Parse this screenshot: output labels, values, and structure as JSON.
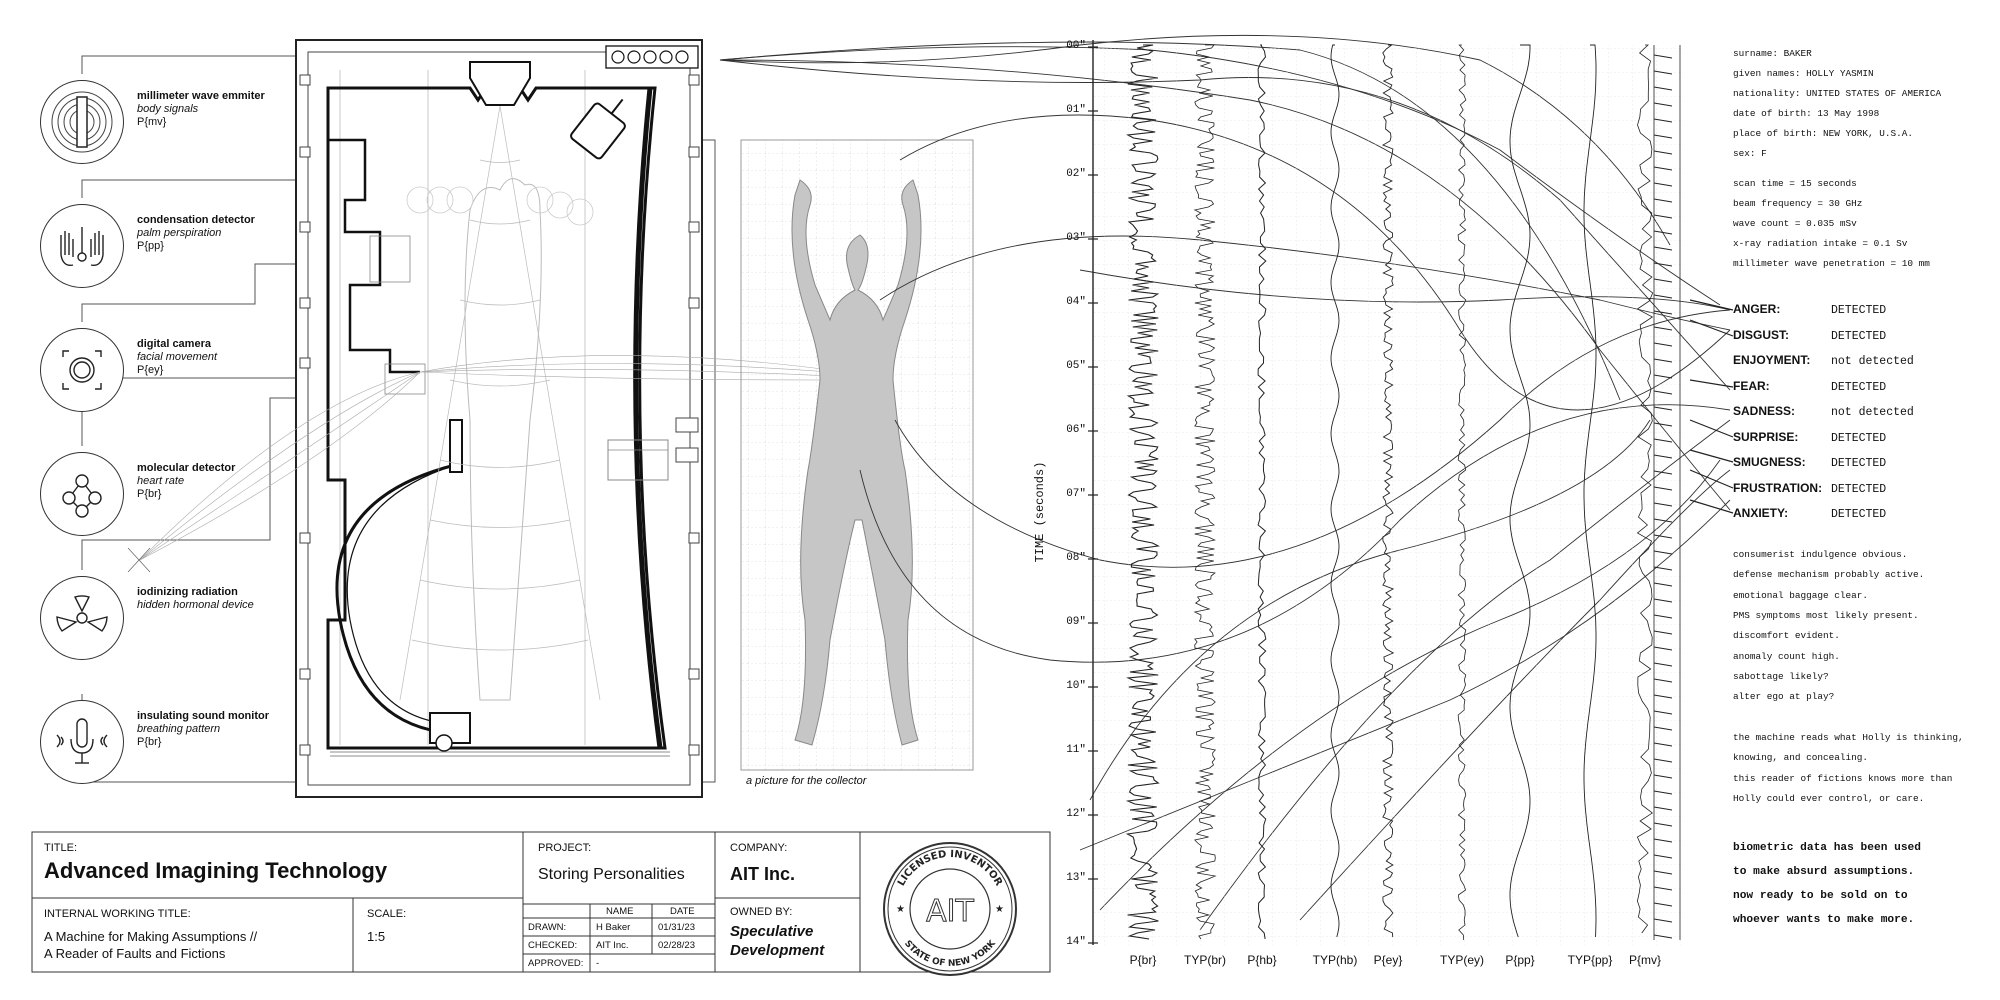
{
  "sensors": [
    {
      "name": "millimeter wave emmiter",
      "desc": "body signals",
      "code": "P{mv}",
      "icon": "emitter-icon"
    },
    {
      "name": "condensation detector",
      "desc": "palm perspiration",
      "code": "P{pp}",
      "icon": "hands-icon"
    },
    {
      "name": "digital camera",
      "desc": "facial movement",
      "code": "P{ey}",
      "icon": "camera-icon"
    },
    {
      "name": "molecular detector",
      "desc": "heart rate",
      "code": "P{br}",
      "icon": "molecule-icon"
    },
    {
      "name": "iodinizing radiation",
      "desc": "hidden hormonal device",
      "code": "",
      "icon": "radiation-icon"
    },
    {
      "name": "insulating sound monitor",
      "desc": "breathing pattern",
      "code": "P{br}",
      "icon": "microphone-icon"
    }
  ],
  "figure_caption": "a picture for the collector",
  "chart": {
    "axis_label": "TIME (seconds)",
    "ticks": [
      "00\"",
      "01\"",
      "02\"",
      "03\"",
      "04\"",
      "05\"",
      "06\"",
      "07\"",
      "08\"",
      "09\"",
      "10\"",
      "11\"",
      "12\"",
      "13\"",
      "14\""
    ],
    "columns": [
      "P{br}",
      "TYP(br)",
      "P{hb}",
      "TYP(hb)",
      "P{ey}",
      "TYP(ey)",
      "P{pp}",
      "TYP{pp}",
      "P{mv}"
    ]
  },
  "subject": {
    "lines": [
      "surname: BAKER",
      "given names: HOLLY YASMIN",
      "nationality: UNITED STATES OF AMERICA",
      "date of birth: 13 May 1998",
      "place of birth: NEW YORK, U.S.A.",
      "sex: F"
    ],
    "scan": [
      "scan time = 15 seconds",
      "beam frequency = 30 GHz",
      "wave count = 0.035 mSv",
      "x-ray radiation intake = 0.1 Sv",
      "millimeter wave penetration = 10 mm"
    ]
  },
  "emotions": [
    {
      "label": "ANGER:",
      "status": "DETECTED"
    },
    {
      "label": "DISGUST:",
      "status": "DETECTED"
    },
    {
      "label": "ENJOYMENT:",
      "status": "not detected"
    },
    {
      "label": "FEAR:",
      "status": "DETECTED"
    },
    {
      "label": "SADNESS:",
      "status": "not detected"
    },
    {
      "label": "SURPRISE:",
      "status": "DETECTED"
    },
    {
      "label": "SMUGNESS:",
      "status": "DETECTED"
    },
    {
      "label": "FRUSTRATION:",
      "status": "DETECTED"
    },
    {
      "label": "ANXIETY:",
      "status": "DETECTED"
    }
  ],
  "observations": [
    "consumerist indulgence obvious.",
    "defense mechanism probably active.",
    "emotional baggage clear.",
    "PMS symptoms most likely present.",
    "discomfort evident.",
    "anomaly count high.",
    "sabottage likely?",
    "alter ego at play?"
  ],
  "reader_note": [
    "the machine reads what Holly is thinking,",
    "knowing, and concealing.",
    "this reader of fictions knows more than",
    "Holly could ever control, or care."
  ],
  "conclusion": [
    "biometric data has been used",
    "to make absurd assumptions.",
    "now ready to be sold on to",
    "whoever wants to make more."
  ],
  "title_block": {
    "title_label": "TITLE:",
    "title": "Advanced Imagining Technology",
    "internal_label": "INTERNAL WORKING TITLE:",
    "internal_line1": "A Machine for Making Assumptions //",
    "internal_line2": "A Reader of Faults and Fictions",
    "scale_label": "SCALE:",
    "scale": "1:5",
    "project_label": "PROJECT:",
    "project": "Storing Personalities",
    "name_header": "NAME",
    "date_header": "DATE",
    "drawn_label": "DRAWN:",
    "drawn_name": "H Baker",
    "drawn_date": "01/31/23",
    "checked_label": "CHECKED:",
    "checked_name": "AIT Inc.",
    "checked_date": "02/28/23",
    "approved_label": "APPROVED:",
    "approved_name": "-",
    "company_label": "COMPANY:",
    "company": "AIT Inc.",
    "owned_label": "OWNED BY:",
    "owned_line1": "Speculative",
    "owned_line2": "Development",
    "seal_top": "LICENSED INVENTOR",
    "seal_bottom": "STATE OF NEW YORK",
    "seal_center": "AIT"
  }
}
